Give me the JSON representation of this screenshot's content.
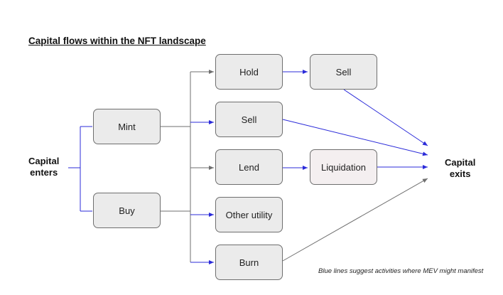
{
  "title": "Capital flows within the NFT landscape",
  "start": {
    "line1": "Capital",
    "line2": "enters"
  },
  "end": {
    "line1": "Capital",
    "line2": "exits"
  },
  "nodes": {
    "mint": "Mint",
    "buy": "Buy",
    "hold": "Hold",
    "sell": "Sell",
    "lend": "Lend",
    "other_utility": "Other utility",
    "burn": "Burn",
    "sell_after_hold": "Sell",
    "liquidation": "Liquidation"
  },
  "footnote": "Blue lines suggest activities where MEV might manifest",
  "colors": {
    "blue_line": "#2b2bd9",
    "grey_line": "#6f6f6f",
    "node_fill": "#ebebeb"
  }
}
